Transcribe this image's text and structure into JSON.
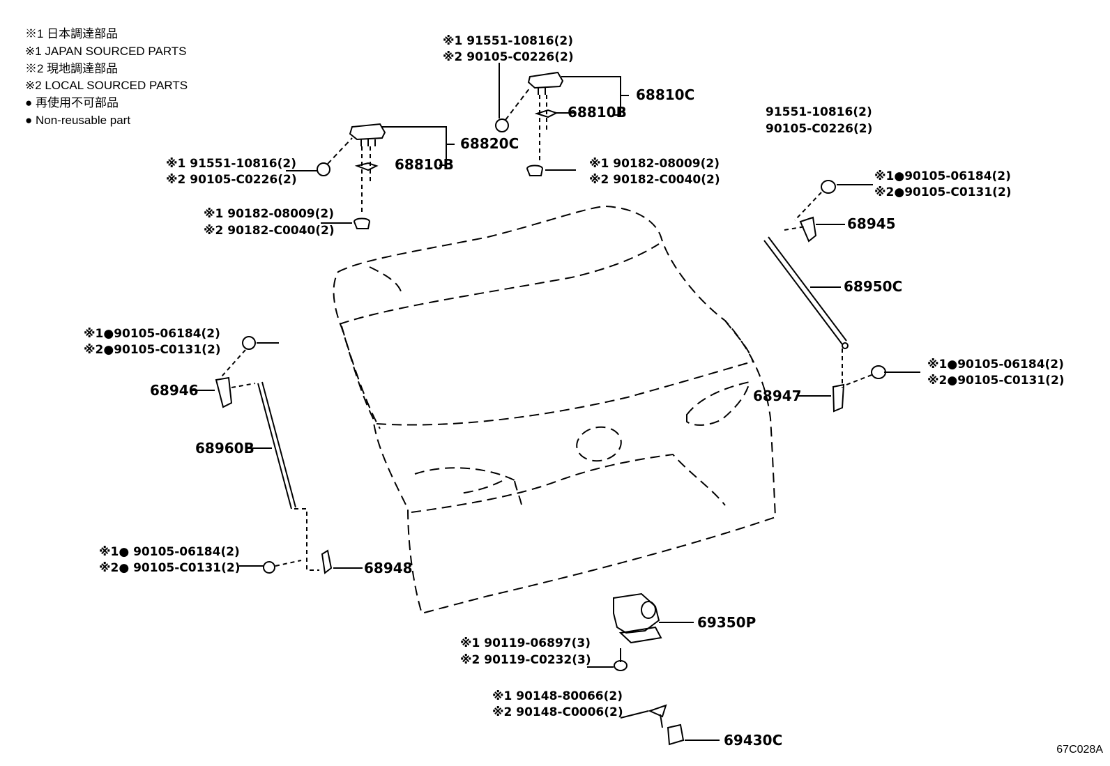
{
  "legend": [
    "※1 日本調達部品",
    "※1 JAPAN SOURCED PARTS",
    "※2 現地調達部品",
    "※2 LOCAL SOURCED PARTS",
    "● 再使用不可部品",
    "● Non-reusable part"
  ],
  "part_numbers": {
    "p68820C": "68820C",
    "p68810B_left": "68810B",
    "p68810C": "68810C",
    "p68810B_top": "68810B",
    "p68945": "68945",
    "p68950C": "68950C",
    "p68946": "68946",
    "p68947": "68947",
    "p68960B": "68960B",
    "p68948": "68948",
    "p69350P": "69350P",
    "p69430C": "69430C"
  },
  "callouts": {
    "top_a1": "※1 91551-10816(2)",
    "top_a2": "※2 90105-C0226(2)",
    "left_a1": "※1 91551-10816(2)",
    "left_a2": "※2 90105-C0226(2)",
    "left_b1": "※1 90182-08009(2)",
    "left_b2": "※2 90182-C0040(2)",
    "top_b1": "※1 90182-08009(2)",
    "top_b2": "※2 90182-C0040(2)",
    "right_plain1": "91551-10816(2)",
    "right_plain2": "90105-C0226(2)",
    "r945_1": "※1●90105-06184(2)",
    "r945_2": "※2●90105-C0131(2)",
    "l946_1": "※1●90105-06184(2)",
    "l946_2": "※2●90105-C0131(2)",
    "r947_1": "※1●90105-06184(2)",
    "r947_2": "※2●90105-C0131(2)",
    "l948_1": "※1● 90105-06184(2)",
    "l948_2": "※2● 90105-C0131(2)",
    "lock_1": "※1 90119-06897(3)",
    "lock_2": "※2 90119-C0232(3)",
    "screw_1": "※1 90148-80066(2)",
    "screw_2": "※2 90148-C0006(2)"
  },
  "illustration_code": "67C028A"
}
